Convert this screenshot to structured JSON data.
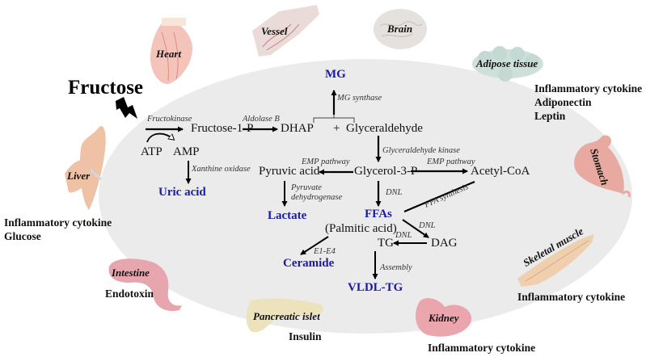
{
  "title": "Fructose",
  "colors": {
    "ellipse_fill": "#ebebeb",
    "product_text": "#1a1aa8",
    "arrow": "#000000"
  },
  "pathway": {
    "metabolites": {
      "fructose_1_p": "Fructose-1-P",
      "atp": "ATP",
      "amp": "AMP",
      "dhap": "DHAP",
      "plus": "+",
      "glyceraldehyde": "Glyceraldehyde",
      "glycerol_3_p": "Glycerol-3-P",
      "pyruvic_acid": "Pyruvic acid",
      "acetyl_coa": "Acetyl-CoA",
      "palmitic_acid": "(Palmitic acid)",
      "tg": "TG",
      "dag": "DAG"
    },
    "products": {
      "mg": "MG",
      "uric_acid": "Uric acid",
      "lactate": "Lactate",
      "ffas": "FFAs",
      "ceramide": "Ceramide",
      "vldl_tg": "VLDL-TG"
    },
    "enzymes": {
      "fructokinase": "Fructokinase",
      "aldolase_b": "Aldolase B",
      "mg_synthase": "MG synthase",
      "xanthine_oxidase": "Xanthine oxidase",
      "glyceraldehyde_kinase": "Glyceraldehyde kinase",
      "emp_pathway_left": "EMP pathway",
      "emp_pathway_right": "EMP pathway",
      "pyruvate_dh_1": "Pyruvate",
      "pyruvate_dh_2": "dehydrogenase",
      "dnl_ffa": "DNL",
      "ffa_synthesis": "FFA synthesis",
      "dnl_dag": "DNL",
      "dnl_tg": "DNL",
      "e1_e4": "E1-E4",
      "assembly": "Assembly"
    }
  },
  "organs": [
    {
      "id": "heart",
      "label": "Heart",
      "outputs": []
    },
    {
      "id": "vessel",
      "label": "Vessel",
      "outputs": []
    },
    {
      "id": "brain",
      "label": "Brain",
      "outputs": []
    },
    {
      "id": "adipose",
      "label": "Adipose tissue",
      "outputs": [
        "Inflammatory cytokine",
        "Adiponectin",
        "Leptin"
      ]
    },
    {
      "id": "stomach",
      "label": "Stomach",
      "outputs": []
    },
    {
      "id": "skeletal",
      "label": "Skeletal muscle",
      "outputs": [
        "Inflammatory cytokine"
      ]
    },
    {
      "id": "kidney",
      "label": "Kidney",
      "outputs": [
        "Inflammatory cytokine"
      ]
    },
    {
      "id": "pancreas",
      "label": "Pancreatic islet",
      "outputs": [
        "Insulin"
      ]
    },
    {
      "id": "intestine",
      "label": "Intestine",
      "outputs": [
        "Endotoxin"
      ]
    },
    {
      "id": "liver",
      "label": "Liver",
      "outputs": [
        "Inflammatory cytokine",
        "Glucose"
      ]
    }
  ]
}
